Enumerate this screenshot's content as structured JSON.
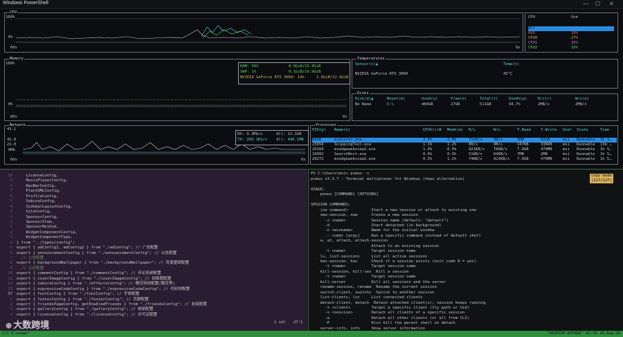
{
  "window": {
    "title": "Windows PowerShell",
    "min": "—",
    "max": "☐",
    "close": "✕"
  },
  "cpu": {
    "label": "CPU",
    "y_top": "100%",
    "y_bottom": "0%",
    "x_left": "60s",
    "x_right": "0s",
    "table": {
      "col1": "CPU",
      "col2": "Use",
      "rows": [
        {
          "name": "All",
          "use": "",
          "selected": true
        },
        {
          "name": "AVG",
          "use": "18%"
        },
        {
          "name": "CPU0",
          "use": "27%"
        },
        {
          "name": "CPU1",
          "use": "26%"
        },
        {
          "name": "CPU2",
          "use": "16%"
        }
      ]
    }
  },
  "memory": {
    "label": "Memory",
    "y_top": "100%",
    "y_bottom": "0%",
    "x_left": "60s",
    "x_right": "0s",
    "legend": [
      {
        "label": "RAM: 56%",
        "value": "8.9GiB/15.9GiB"
      },
      {
        "label": "SWP: 1%",
        "value": "0.1GiB/16.9GiB"
      },
      {
        "label": "NVIDIA GeForce RTX 3060: 14%",
        "value": "1.6GiB/12.0GiB"
      }
    ]
  },
  "temperatures": {
    "label": "Temperatures",
    "col1": "Sensor(s)▲",
    "col2": "Temp(t)",
    "rows": [
      {
        "sensor": "NVIDIA GeForce RTX 3060",
        "temp": "45°C"
      }
    ]
  },
  "disks": {
    "label": "Disks",
    "cols": [
      "Disk(d)▲",
      "Mount(m)",
      "Used(u)",
      "Free(n)",
      "Total(t)",
      "Used%(p)",
      "R/s(r)",
      "W/s(w)"
    ],
    "rows": [
      [
        "No Name",
        "C:\\",
        "484GB",
        "27GB",
        "511GB",
        "94.7%",
        "2MB/s",
        "2MB/s"
      ]
    ]
  },
  "network": {
    "label": "Network",
    "y_ticks": [
      "43.1",
      "42.0",
      "21.0",
      "0Mb"
    ],
    "x_left": "60s",
    "x_right": "0s",
    "legend": [
      {
        "label": "RX: 9.3Mb/s",
        "value": "All: 22.1GB"
      },
      {
        "label": "TX: 260.1Kb/s",
        "value": "All: 490.1MB"
      }
    ]
  },
  "processes": {
    "label": "Processes",
    "cols": [
      "PID(p)",
      "Name(n)",
      "CPU%(c)▼",
      "Mem%(m)",
      "R/s",
      "W/s",
      "T.Read",
      "T.Write",
      "User",
      "State",
      "Time"
    ],
    "rows": [
      [
        "9048",
        "explorer.exe",
        "2.4%",
        "2.0%",
        "71kB/s",
        "0B/s",
        "5MB",
        "92kB",
        "msi",
        "Runnable",
        "1h 1…"
      ],
      [
        "23656",
        "SnippingTool.exe",
        "1.1%",
        "1.2%",
        "0B/s",
        "0B/s",
        "107KB",
        "336KB",
        "msi",
        "Runnable",
        "13m …"
      ],
      [
        "20160",
        "msedgewebview2.exe",
        "1.0%",
        "0.9%",
        "921KB/s",
        "76KB/s",
        "7.9GB",
        "470MB",
        "msi",
        "Runnable",
        "1h 5…"
      ],
      [
        "10092",
        "SearchHost.exe",
        "0.6%",
        "0.9%",
        "51KB/s",
        "64KB/s",
        "7MB",
        "2MB",
        "msi",
        "Runnable",
        "1h 5…"
      ],
      [
        "20272",
        "msedgewebview2.exe",
        "0.5%",
        "1.2%",
        "74KB/s",
        "921KB/s",
        "7.9GB",
        "470MB",
        "msi",
        "Runnable",
        "1h 5…"
      ]
    ]
  },
  "editor": {
    "lines": [
      {
        "n": "10",
        "t": "    LicenseConfig,"
      },
      {
        "n": "9",
        "t": "    MusicPlayerConfig,"
      },
      {
        "n": "8",
        "t": "    NavBarConfig,"
      },
      {
        "n": "7",
        "t": "    PlantUMLConfig,"
      },
      {
        "n": "6",
        "t": "    ProfileConfig,"
      },
      {
        "n": "5",
        "t": "    SakuraConfig,"
      },
      {
        "n": "4",
        "t": "    SidebarLayoutConfig,"
      },
      {
        "n": "3",
        "t": "    SiteConfig,"
      },
      {
        "n": "2",
        "t": "    SponsorConfig,"
      },
      {
        "n": "1",
        "t": "    SponsorItem,"
      },
      {
        "n": "1",
        "t": "    SponsorMethod,"
      },
      {
        "n": "2",
        "t": "    WidgetComponentConfig,"
      },
      {
        "n": "3",
        "t": "    WidgetComponentType,"
      },
      {
        "n": "4",
        "t": "} from \"../types/config\";"
      },
      {
        "n": "5",
        "t": "export { adConfig1, adConfig2 } from \"./adConfig\"; // 广告配置"
      },
      {
        "n": "6",
        "t": "export { announcementConfig } from \"./announcementConfig\"; // 公告配置"
      },
      {
        "n": "7",
        "t": "  // 公告配置"
      },
      {
        "n": "8",
        "t": "export { backgroundWallpaper } from \"./backgroundWallpaper\"; // 背景壁纸配置"
      },
      {
        "n": "9",
        "t": "  // 公告配置"
      },
      {
        "n": "10",
        "t": "export { commentConfig } from \"./commentConfig\"; // 评论系统配置"
      },
      {
        "n": "11",
        "t": "export { coverImageConfig } from \"./coverImageConfig\"; // 封面图配置"
      },
      {
        "n": "12",
        "t": "export { sakuraConfig } from \"./effectsConfig\"; // 樱花特效配置(樱花等)"
      },
      {
        "n": "13",
        "t": "export { expressiveCodeConfig } from \"./expressiveCodeConfig\"; // 代码块配置"
      },
      {
        "n": "37",
        "t": "export { fontConfig } from \"./fontConfig\"; // 字体配置"
      },
      {
        "n": "1",
        "t": "export { footerConfig } from \"./footerConfig\"; // 页脚配置"
      },
      {
        "n": "2",
        "t": "export { friendsPageConfig, getEnabledFriends } from \"./friendsConfig\"; // 友链配置"
      },
      {
        "n": "3",
        "t": "export { galleryConfig } from \"./galleryConfig\"; // 相册配置"
      },
      {
        "n": "4",
        "t": "export { licenseConfig } from \"./licenseConfig\"; // 许可证配置"
      }
    ],
    "status_sel": "1 sel",
    "status_pos": "27:1",
    "watermark": "大数跨境"
  },
  "terminal": {
    "prompt": "PS C:\\Users\\msi> psmux -v",
    "badge1": "copy mode",
    "badge2": "[127/127]",
    "lines": [
      "psmux v3.3.7 - Terminal multiplexer for Windows (tmux alternative)",
      "",
      "USAGE:",
      "    psmux [COMMAND] [OPTIONS]",
      "",
      "SESSION COMMANDS:",
      "    (no command)          Start a new session or attach to existing one",
      "    new-session, new      Create a new session",
      "      -s <name>           Session name (default: \"default\")",
      "      -d                  Start detached (in background)",
      "      -n <winname>        Name for the initial window",
      "      -- <cmd> [args]     Run a specific command instead of default shell",
      "    a, at, attach, attach-session",
      "                          Attach to an existing session",
      "      -t <name>           Target session name",
      "    ls, list-sessions     List all active sessions",
      "    has-session, has      Check if a session exists (exit code 0 = yes)",
      "      -t <name>           Target session name",
      "    kill-session, kill-ses  Kill a session",
      "      -t <name>           Target session name",
      "    kill-server           Kill all sessions and the server",
      "    rename-session, rename  Rename the current session",
      "    switch-client, switchc  Switch to another session",
      "    list-clients, lsc     List connected clients",
      "    detach-client, detach  Detach attached client(s); session keeps running",
      "      -t <client>         Target a specific client (tty path or %id)",
      "      -s <session>        Detach all clients of a specific session",
      "      -a                  Detach all other clients (or all from CLI)",
      "      -P                  Also kill the parent shell on detach",
      "    server-info, info     Show server information"
    ]
  },
  "statusbar": {
    "left": "[1] 0:usage*",
    "right": "\"DESKTOP-E05XKK\" 02:43 20-Aug-26"
  }
}
